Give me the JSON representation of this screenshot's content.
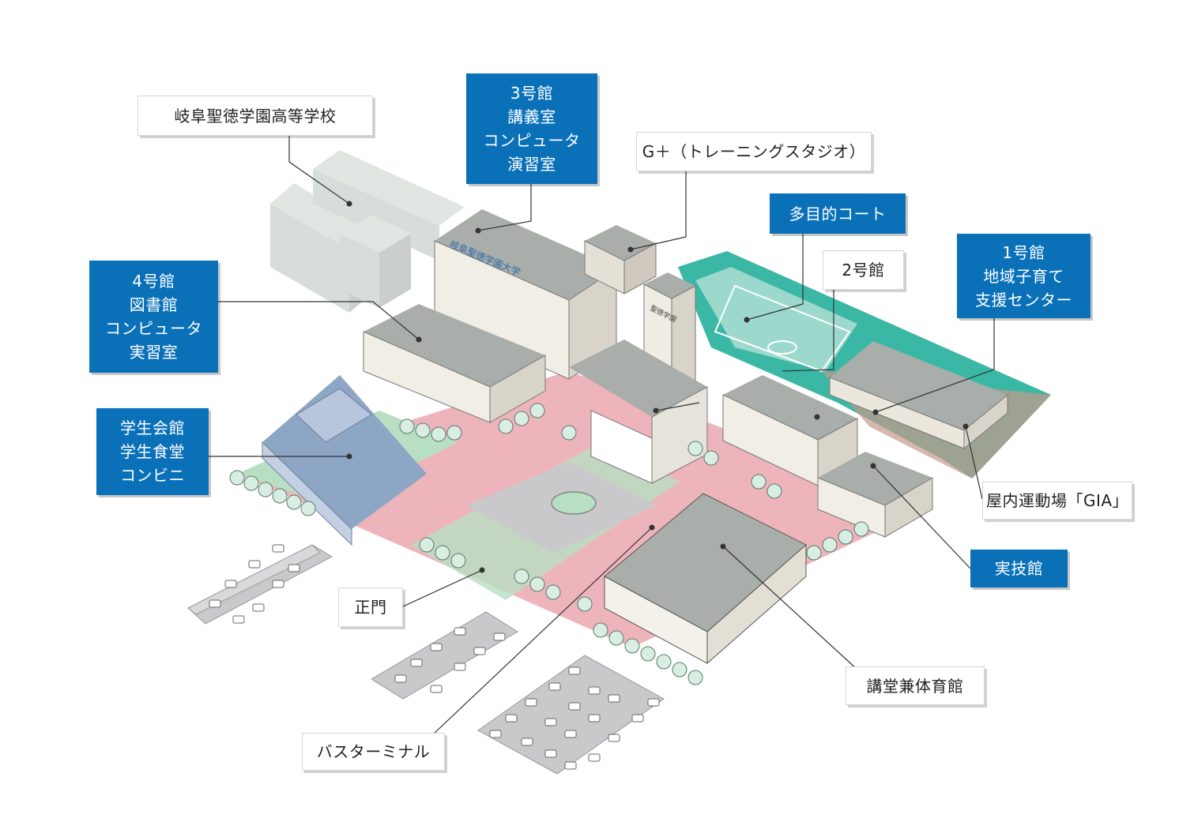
{
  "labels": {
    "high_school": [
      "岐阜聖徳学園高等学校"
    ],
    "building3": [
      "3号館",
      "講義室",
      "コンピュータ",
      "演習室"
    ],
    "g_plus": [
      "G＋（トレーニングスタジオ）"
    ],
    "court": [
      "多目的コート"
    ],
    "building2": [
      "2号館"
    ],
    "building1": [
      "1号館",
      "地域子育て",
      "支援センター"
    ],
    "building4": [
      "4号館",
      "図書館",
      "コンピュータ",
      "実習室"
    ],
    "student_hall": [
      "学生会館",
      "学生食堂",
      "コンビニ"
    ],
    "indoor_field": [
      "屋内運動場「GIA」"
    ],
    "practical": [
      "実技館"
    ],
    "main_gate": [
      "正門"
    ],
    "auditorium": [
      "講堂兼体育館"
    ],
    "bus_terminal": [
      "バスターミナル"
    ]
  },
  "signage": {
    "university_sign": "岐阜聖徳学園大学",
    "tower_sign": "聖徳学園"
  },
  "colors": {
    "label_blue": "#0a71b9",
    "building_gray": "#a9aeaa",
    "court_teal": "#3bb7a6",
    "plaza_pink": "#eeb4bb",
    "lawn_green": "#b8dec4",
    "tree_green": "#d9eee2"
  }
}
